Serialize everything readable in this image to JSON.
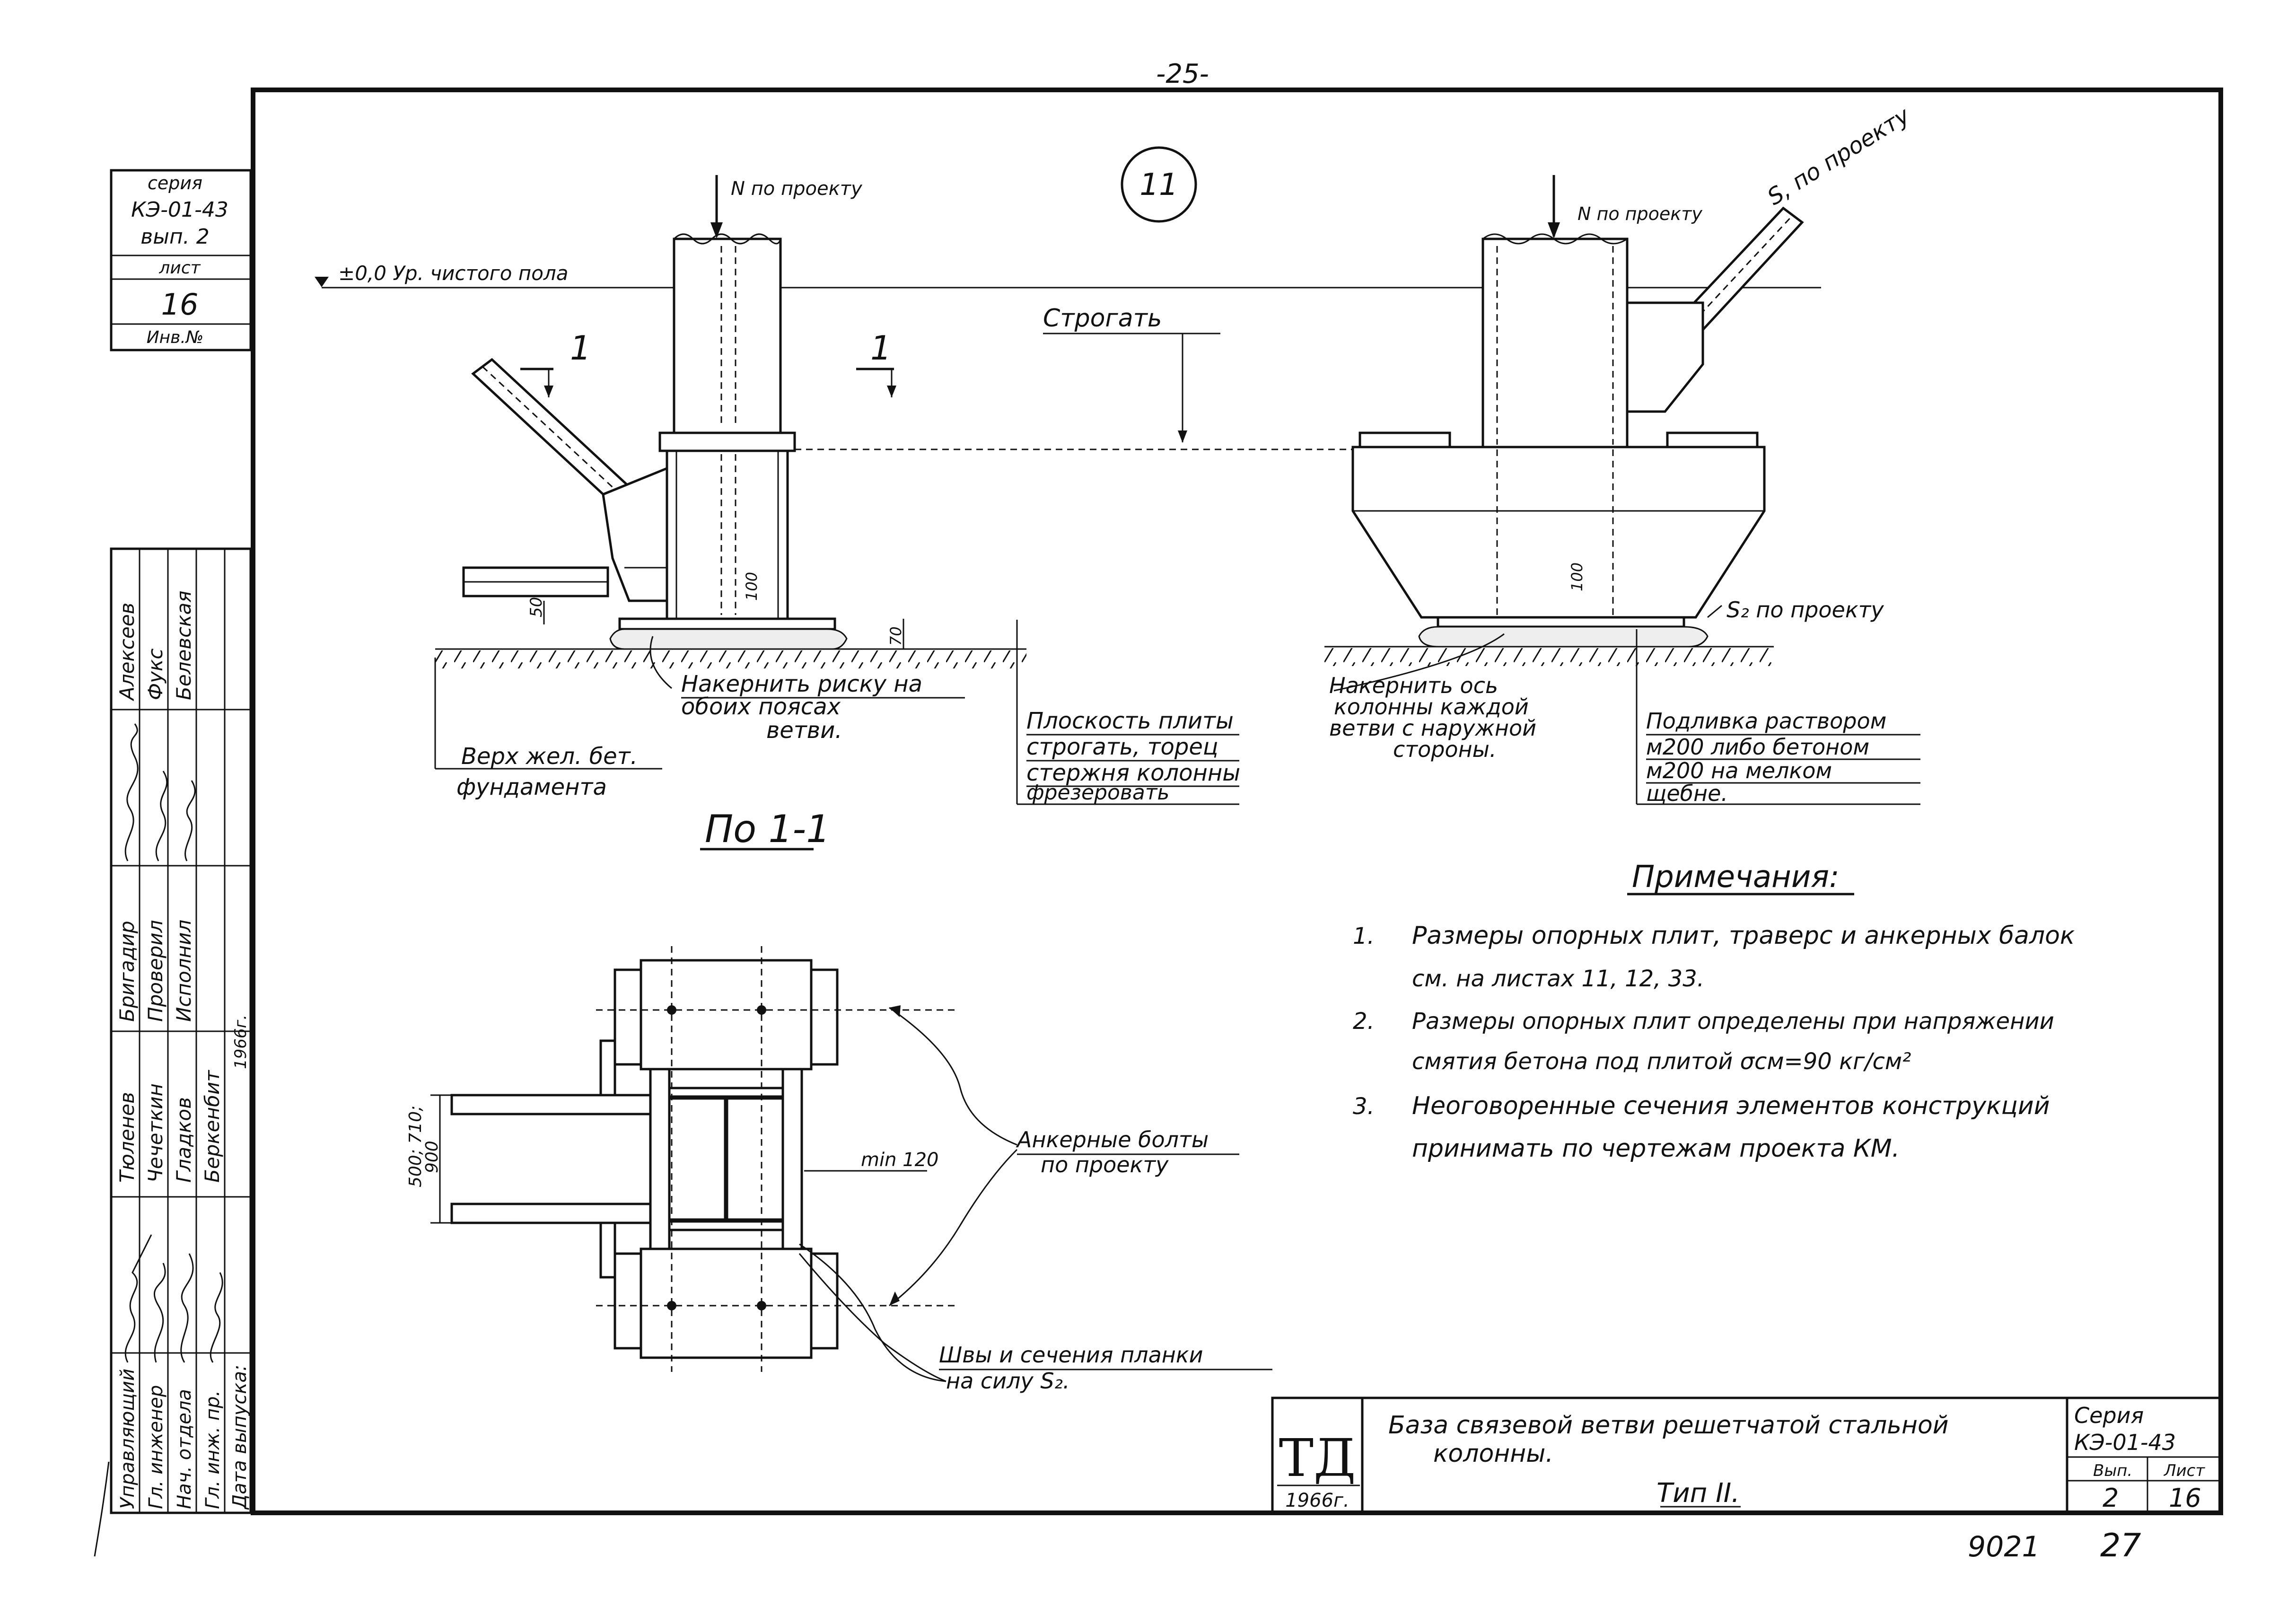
{
  "page_number": "-25-",
  "node_number": "11",
  "left_view": {
    "load_label": "N по проекту",
    "floor_level": "±0,0 Ур. чистого пола",
    "section_mark_left": "1",
    "section_mark_right": "1",
    "dim_50": "50",
    "dim_100": "100",
    "dim_70": "70",
    "note_punch": [
      "Накернить риску на",
      "обоих поясах",
      "ветви."
    ],
    "note_foundation": [
      "Верх жел. бет.",
      "фундамента"
    ],
    "section_title": "По 1-1"
  },
  "plane_note": [
    "Строгать"
  ],
  "plate_note": [
    "Плоскость плиты",
    "строгать, торец",
    "стержня колонны",
    "фрезеровать"
  ],
  "right_view": {
    "load_label": "N по проекту",
    "brace_label": "S, по проекту",
    "dim_100": "100",
    "s2_label": "S₂ по проекту",
    "note_axis": [
      "Накернить ось",
      "колонны каждой",
      "ветви с наружной",
      "стороны."
    ],
    "note_grout": [
      "Подливка раствором",
      "м200 либо бетоном",
      "м200 на мелком",
      "щебне."
    ]
  },
  "plan_view": {
    "dim_vertical": [
      "500; 710;",
      "900"
    ],
    "min_label": "min 120",
    "anchor_note": [
      "Анкерные болты",
      "по проекту"
    ],
    "weld_note": [
      "Швы и сечения планки",
      "на силу S₂."
    ]
  },
  "notes": {
    "title": "Примечания:",
    "items": [
      {
        "num": "1.",
        "lines": [
          "Размеры опорных плит, траверс и анкерных балок",
          "см. на листах 11, 12, 33."
        ]
      },
      {
        "num": "2.",
        "lines": [
          "Размеры опорных плит определены при напряжении",
          "смятия бетона под плитой  σсм=90 кг/см²"
        ]
      },
      {
        "num": "3.",
        "lines": [
          "Неоговоренные сечения элементов конструкций",
          "принимать  по чертежам проекта  КМ."
        ]
      }
    ]
  },
  "top_stamp": {
    "series_label": "серия",
    "series_value": "КЭ-01-43",
    "issue": "вып. 2",
    "sheet_label": "лист",
    "sheet_value": "16",
    "inv_label": "Инв.№"
  },
  "side_stamp": {
    "roles": [
      "Управляющий",
      "Гл. инженер",
      "Нач. отдела",
      "Гл. инж. пр.",
      "Дата выпуска:"
    ],
    "col_a": [
      "Бригадир",
      "Проверил",
      "Исполнил"
    ],
    "names_a": [
      "Тюленев",
      "Чечеткин",
      "Гладков",
      "Беркенбит",
      "1966г."
    ],
    "names_b": [
      "Алексеев",
      "Фукс",
      "Белевская"
    ]
  },
  "title_block": {
    "logo": "ТД",
    "logo_year": "1966г.",
    "title_line1": "База связевой ветви решетчатой стальной",
    "title_line2": "колонны.",
    "type": "Тип II.",
    "series_label": "Серия",
    "series_value": "КЭ-01-43",
    "issue_label": "Вып.",
    "issue_value": "2",
    "sheet_label": "Лист",
    "sheet_value": "16"
  },
  "footer_numbers": {
    "left": "9021",
    "right": "27"
  }
}
